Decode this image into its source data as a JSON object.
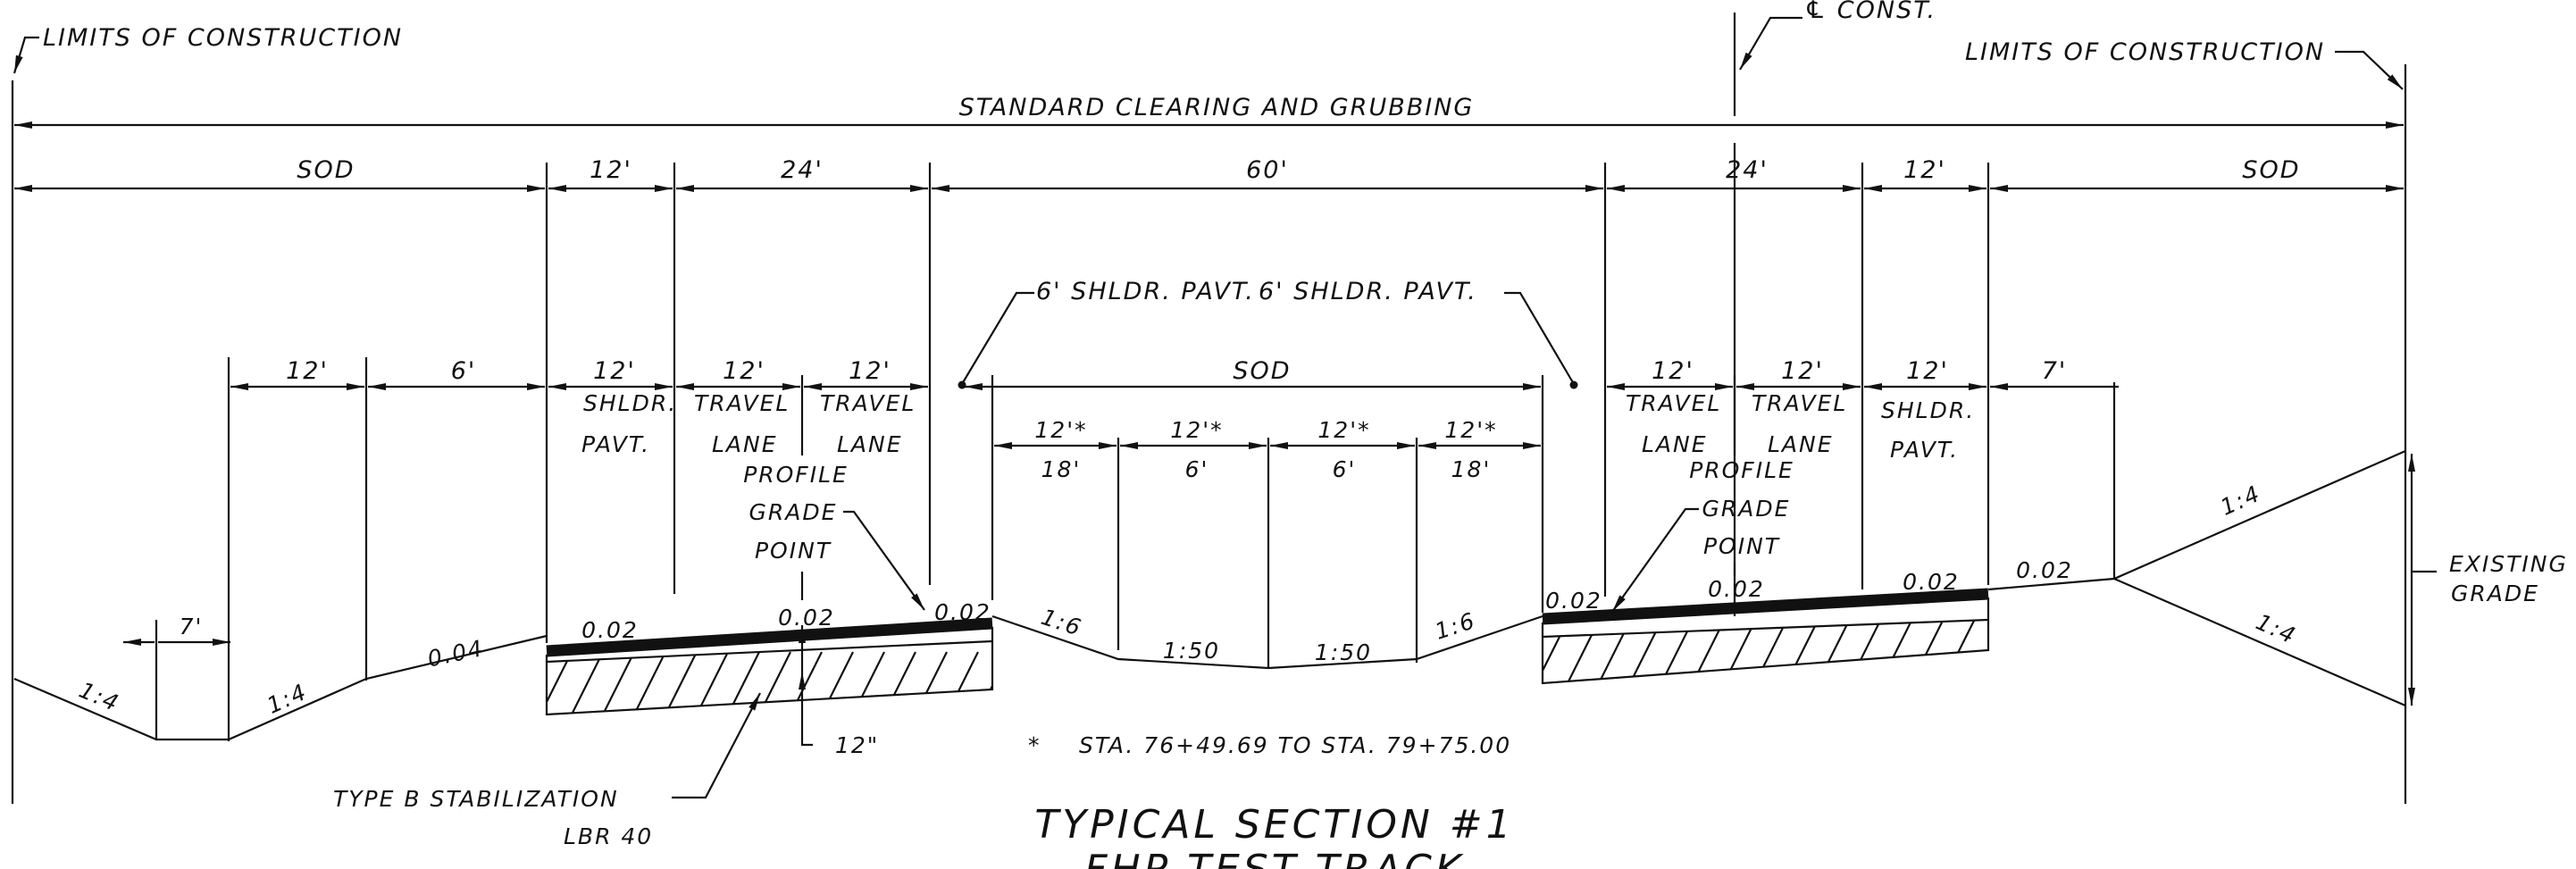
{
  "labels": {
    "loc_left": "LIMITS OF CONSTRUCTION",
    "loc_right": "LIMITS OF CONSTRUCTION",
    "const": "℄ CONST.",
    "clearing": "STANDARD CLEARING AND GRUBBING",
    "sod_left": "SOD",
    "dim_12_a": "12'",
    "dim_24_a": "24'",
    "dim_60": "60'",
    "dim_24_b": "24'",
    "dim_12_b": "12'",
    "sod_right": "SOD",
    "shldr_pavt_left": "6' SHLDR. PAVT.",
    "shldr_pavt_right": "6' SHLDR. PAVT.",
    "dim_12_ditch": "12'",
    "dim_6_ditch": "6'",
    "dim_12_shldr": "12'",
    "shldr_1": "SHLDR.",
    "pavt_1": "PAVT.",
    "dim_12_tl1": "12'",
    "travel_1": "TRAVEL",
    "lane_1": "LANE",
    "dim_12_tl2": "12'",
    "travel_2": "TRAVEL",
    "lane_2": "LANE",
    "sod_median": "SOD",
    "dim_12_tl3": "12'",
    "travel_3": "TRAVEL",
    "lane_3": "LANE",
    "dim_12_tl4": "12'",
    "travel_4": "TRAVEL",
    "lane_4": "LANE",
    "dim_12_shldr2": "12'",
    "shldr_2": "SHLDR.",
    "pavt_2": "PAVT.",
    "dim_7_right": "7'",
    "med_1_top": "12'*",
    "med_1_bot": "18'",
    "med_2_top": "12'*",
    "med_2_bot": "6'",
    "med_3_top": "12'*",
    "med_3_bot": "6'",
    "med_4_top": "12'*",
    "med_4_bot": "18'",
    "pgp_left_1": "PROFILE",
    "pgp_left_2": "GRADE",
    "pgp_left_3": "POINT",
    "pgp_right_1": "PROFILE",
    "pgp_right_2": "GRADE",
    "pgp_right_3": "POINT",
    "dim_7_left": "7'",
    "slope_14_a": "1:4",
    "slope_14_b": "1:4",
    "slope_004": "0.04",
    "slope_002_a": "0.02",
    "slope_002_b": "0.02",
    "slope_002_c": "0.02",
    "slope_16_a": "1:6",
    "slope_150_a": "1:50",
    "slope_150_b": "1:50",
    "slope_16_b": "1:6",
    "slope_002_d": "0.02",
    "slope_002_e": "0.02",
    "slope_002_f": "0.02",
    "slope_002_g": "0.02",
    "slope_14_c": "1:4",
    "slope_14_d": "1:4",
    "existing_1": "EXISTING",
    "existing_2": "GRADE",
    "dim_12in": "12\"",
    "note_star": "*",
    "note_sta": "STA. 76+49.69 TO STA. 79+75.00",
    "stab_1": "TYPE B STABILIZATION",
    "stab_2": "LBR 40",
    "title_1": "TYPICAL SECTION #1",
    "title_2": "FHP TEST TRACK"
  }
}
